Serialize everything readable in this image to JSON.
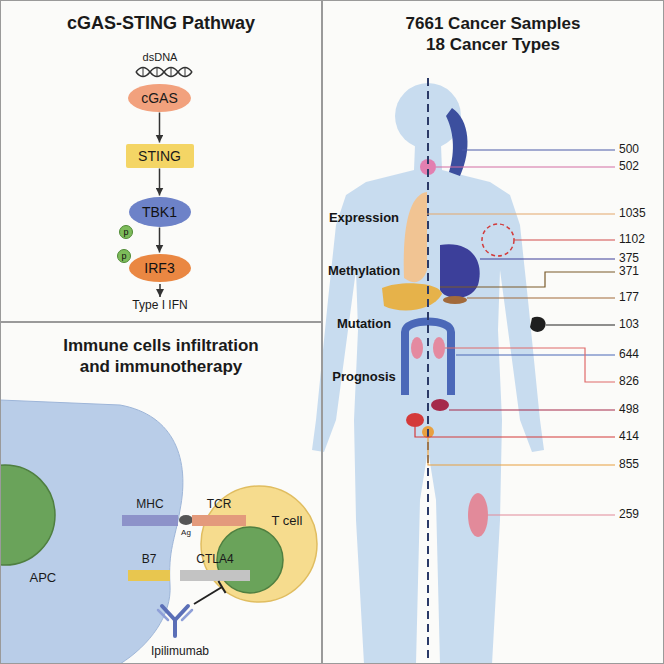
{
  "diagram": {
    "nodes": [
      {
        "text": [
          "cGAS-STING Pathway"
        ]
      },
      {
        "text": [
          "cGAS"
        ],
        "in": 0
      },
      {
        "text": [
          "STING"
        ],
        "in": 0
      },
      {
        "text": [
          "TBK1"
        ],
        "in": 0
      },
      {
        "text": [
          "IRF3"
        ],
        "in": 0
      },
      {
        "text": [
          "Immune cells infiltration and immunotherapy"
        ]
      },
      {
        "text": [
          "APC"
        ],
        "in": 5
      },
      {
        "text": [
          "T cell"
        ],
        "in": 5
      },
      {
        "text": [
          "7661 Cancer Samples 18 Cancer Types"
        ]
      }
    ],
    "edges": [
      {
        "from": 1,
        "to": 2,
        "arrow": "to"
      },
      {
        "from": 2,
        "to": 3,
        "arrow": "to"
      },
      {
        "from": 3,
        "to": 4,
        "arrow": "to"
      }
    ],
    "labels": [
      "dsDNA",
      "p",
      "p",
      "Type I IFN",
      "MHC",
      "Ag",
      "TCR",
      "B7",
      "CTLA4",
      "Ipilimumab",
      "Expression",
      "Methylation",
      "Mutation",
      "Prognosis",
      "500",
      "502",
      "1035",
      "1102",
      "375",
      "371",
      "177",
      "103",
      "644",
      "826",
      "498",
      "414",
      "855",
      "259"
    ]
  }
}
